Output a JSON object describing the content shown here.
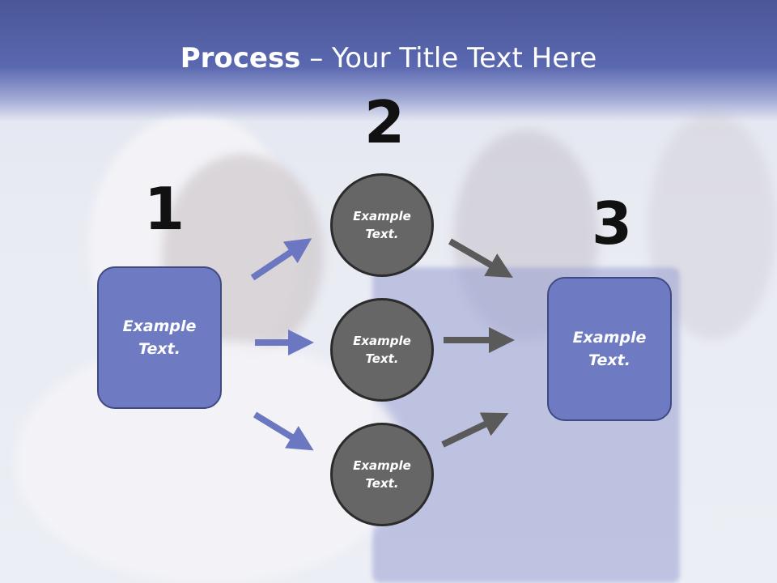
{
  "slide": {
    "title_bold": "Process",
    "title_rest": " – Your Title Text Here",
    "steps": [
      "1",
      "2",
      "3"
    ],
    "left_box": "Example Text.",
    "right_box": "Example Text.",
    "circles": [
      "Example Text.",
      "Example Text.",
      "Example Text."
    ]
  },
  "colors": {
    "header": "#4a5697",
    "box_fill": "#6e7bc2",
    "circle_fill": "#666666",
    "arrow_blue": "#6b77c0",
    "arrow_gray": "#5a5a5a"
  }
}
